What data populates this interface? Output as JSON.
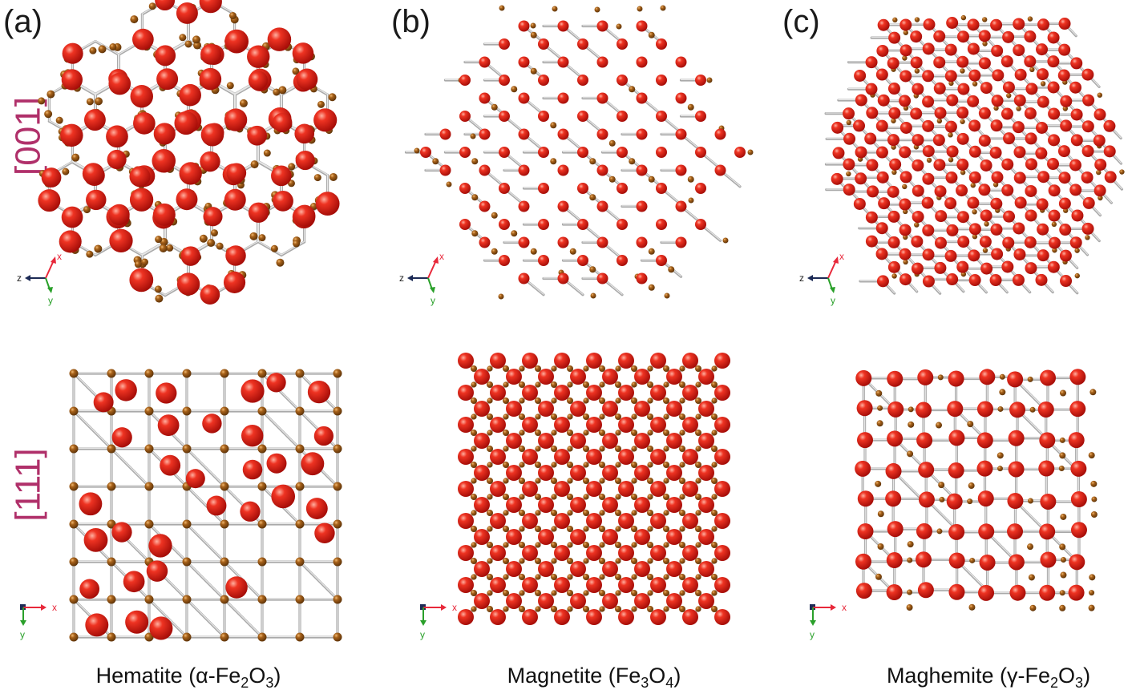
{
  "panels": [
    {
      "letter": "(a)",
      "name": "Hematite",
      "formula_open": " (α-Fe",
      "sub1": "2",
      "mid": "O",
      "sub2": "3",
      "formula_close": ")"
    },
    {
      "letter": "(b)",
      "name": "Magnetite",
      "formula_open": " (Fe",
      "sub1": "3",
      "mid": "O",
      "sub2": "4",
      "formula_close": ")"
    },
    {
      "letter": "(c)",
      "name": "Maghemite",
      "formula_open": " (γ-Fe",
      "sub1": "2",
      "mid": "O",
      "sub2": "3",
      "formula_close": ")"
    }
  ],
  "row_labels": [
    "[001]",
    "[111]"
  ],
  "axes_top": {
    "horizontal": "z",
    "up": "x",
    "down": "y"
  },
  "axes_bottom": {
    "horizontal": "x",
    "down": "y"
  },
  "colors": {
    "oxygen": "#dd1a14",
    "oxygen_highlight": "#ff8a7a",
    "iron": "#9a5a12",
    "iron_highlight": "#e0a050",
    "bond": "#b8b8b8",
    "row_label": "#b0306a",
    "axis_x": "#e8283a",
    "axis_y": "#2aa02a",
    "axis_z": "#1c2a55"
  }
}
